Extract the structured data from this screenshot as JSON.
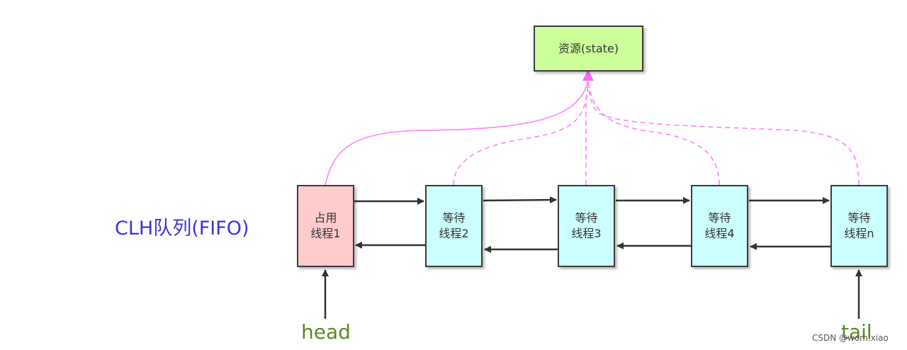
{
  "resource": {
    "label": "资源(state)",
    "fill": "#ccff99"
  },
  "queue_label": "CLH队列(FIFO)",
  "nodes": [
    {
      "line1": "占用",
      "line2": "线程1",
      "fill": "#ffcccc",
      "role": "holding"
    },
    {
      "line1": "等待",
      "line2": "线程2",
      "fill": "#ccffff",
      "role": "waiting"
    },
    {
      "line1": "等待",
      "line2": "线程3",
      "fill": "#ccffff",
      "role": "waiting"
    },
    {
      "line1": "等待",
      "line2": "线程4",
      "fill": "#ccffff",
      "role": "waiting"
    },
    {
      "line1": "等待",
      "line2": "线程n",
      "fill": "#ccffff",
      "role": "waiting"
    }
  ],
  "head_label": "head",
  "tail_label": "tail",
  "watermark": "CSDN @wom.xiao",
  "colors": {
    "link_arrow": "#333333",
    "state_link": "#ff80ff",
    "queue_label": "#3a35d8",
    "pointer_label": "#5b8a1f"
  }
}
